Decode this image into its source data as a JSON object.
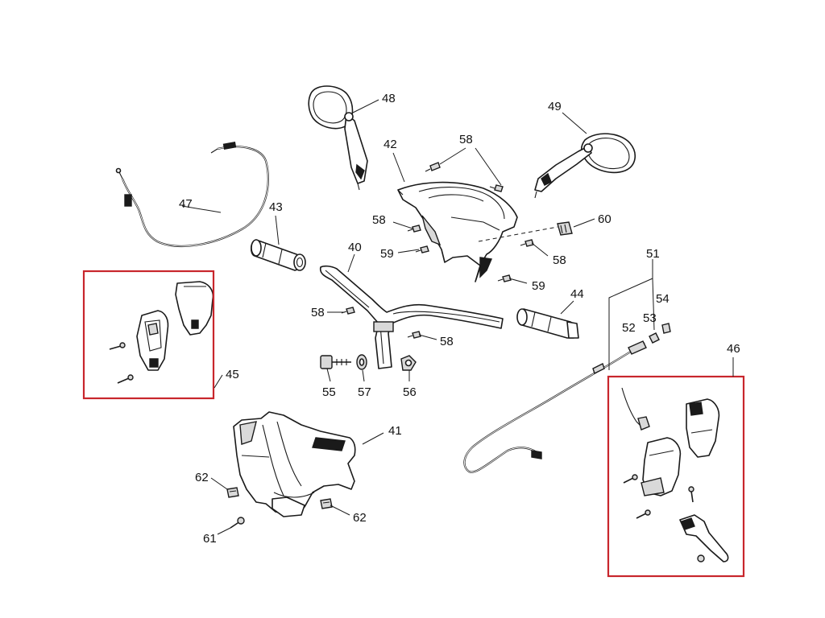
{
  "highlight_color": "#c8262c",
  "callouts": {
    "c40": "40",
    "c41": "41",
    "c42": "42",
    "c43": "43",
    "c44": "44",
    "c45": "45",
    "c46": "46",
    "c47": "47",
    "c48": "48",
    "c49": "49",
    "c51": "51",
    "c52": "52",
    "c53": "53",
    "c54": "54",
    "c55": "55",
    "c56": "56",
    "c57": "57",
    "c58a": "58",
    "c58b": "58",
    "c58c": "58",
    "c58d": "58",
    "c58e": "58",
    "c59a": "59",
    "c59b": "59",
    "c60": "60",
    "c61": "61",
    "c62a": "62",
    "c62b": "62"
  },
  "icons": [
    "mirror-left-icon",
    "mirror-right-icon",
    "handlebar-icon",
    "grip-icon",
    "screw-icon",
    "switch-housing-icon",
    "brake-lever-icon",
    "cable-icon",
    "headlight-cover-icon",
    "handlebar-cover-icon"
  ]
}
